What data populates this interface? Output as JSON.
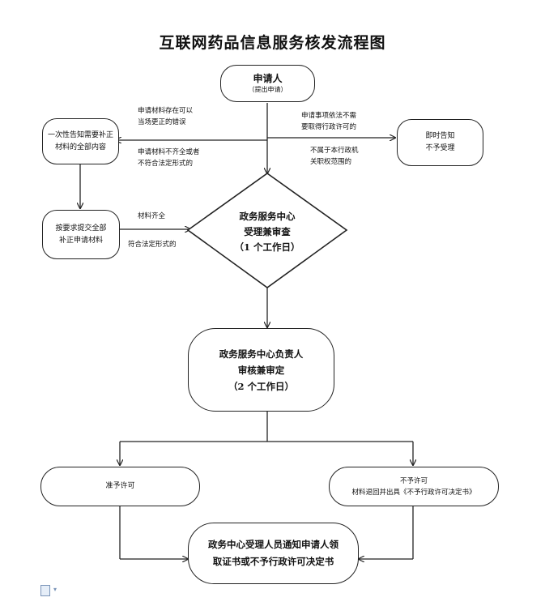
{
  "title": "互联网药品信息服务核发流程图",
  "nodes": {
    "applicant": {
      "title": "申请人",
      "sub": "（提出申请）"
    },
    "notify_supplement": {
      "line1": "一次性告知需要补正",
      "line2": "材料的全部内容"
    },
    "resubmit": {
      "line1": "按要求提交全部",
      "line2": "补正申请材料"
    },
    "reject_now": {
      "line1": "即时告知",
      "line2": "不予受理"
    },
    "acceptance": {
      "line1": "政务服务中心",
      "line2": "受理兼审查",
      "line3": "（1 个工作日）"
    },
    "review": {
      "line1": "政务服务中心负责人",
      "line2": "审核兼审定",
      "line3": "（2 个工作日）"
    },
    "approve": {
      "label": "准予许可"
    },
    "deny": {
      "line1": "不予许可",
      "line2": "材料退回并出具《不予行政许可决定书》"
    },
    "notify_final": {
      "line1": "政务中心受理人员通知申请人领",
      "line2": "取证书或不予行政许可决定书"
    }
  },
  "edge_labels": {
    "correctable_l1": "申请材料存在可以",
    "correctable_l2": "当场更正的错误",
    "incomplete_l1": "申请材料不齐全或者",
    "incomplete_l2": "不符合法定形式的",
    "not_required_l1": "申请事项依法不需",
    "not_required_l2": "要取得行政许可的",
    "out_of_scope_l1": "不属于本行政机",
    "out_of_scope_l2": "关职权范围的",
    "complete_l1": "材料齐全",
    "complete_l2": "符合法定形式的"
  }
}
